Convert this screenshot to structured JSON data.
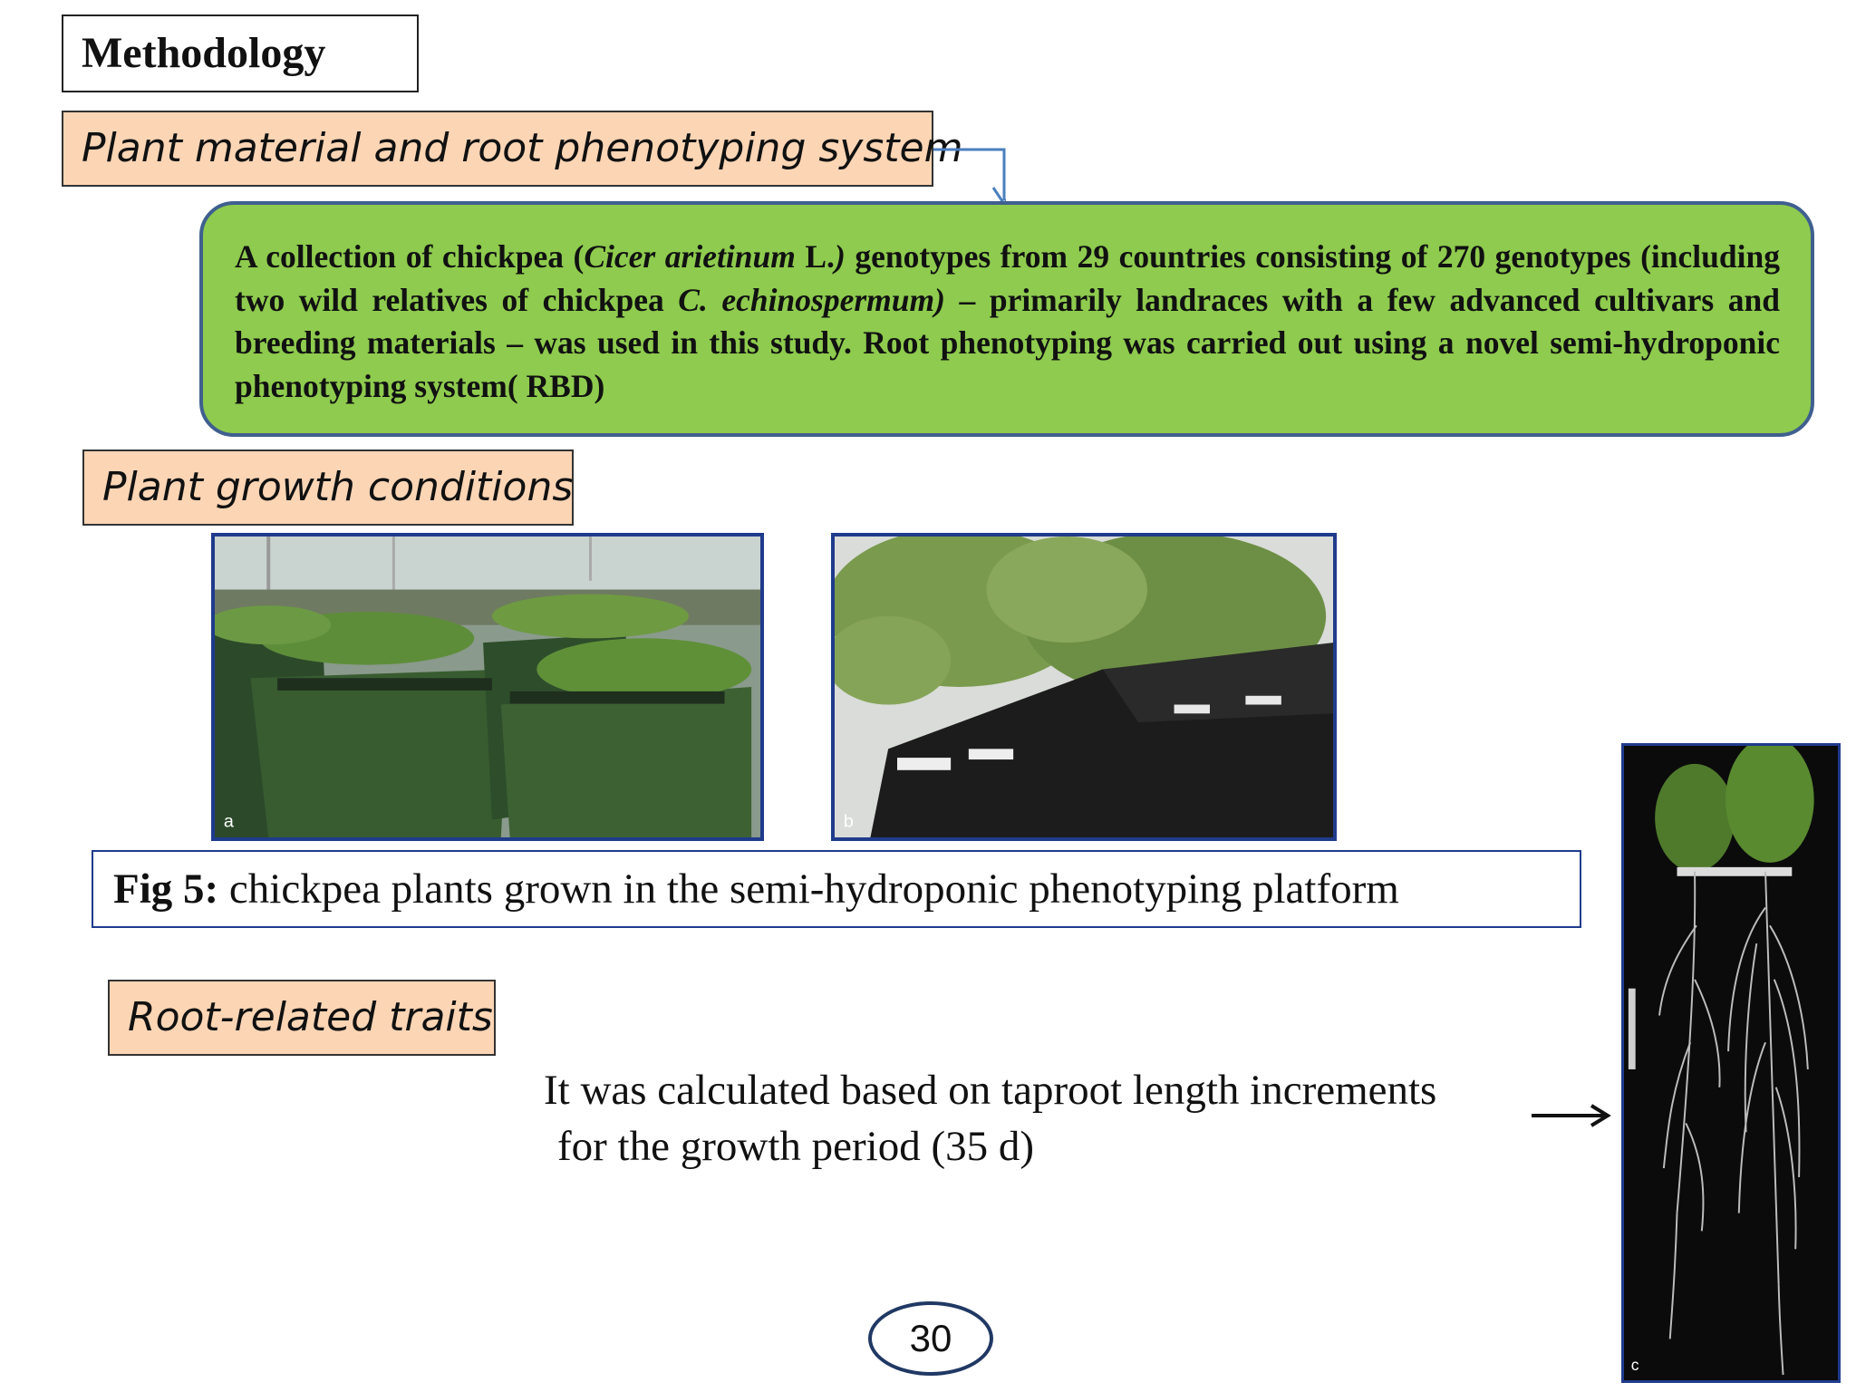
{
  "heading": "Methodology",
  "sections": {
    "plant_material": "Plant material and root phenotyping system",
    "growth_conditions": "Plant growth conditions",
    "root_traits": "Root-related traits"
  },
  "description": {
    "p1": "A collection of chickpea (",
    "species": "Cicer arietinum",
    "p2": " L.",
    "p3": ")",
    "p4": " genotypes from 29 countries consisting of 270 genotypes (including two wild relatives of chickpea ",
    "wild": "C. echinospermum)",
    "p5": " – primarily landraces with a few advanced cultivars and breeding materials – was used in this study. Root phenotyping was carried out using a novel semi-hydroponic phenotyping system( RBD)"
  },
  "figure": {
    "caption_label": "Fig 5:",
    "caption_text": " chickpea plants grown in the semi-hydroponic phenotyping platform",
    "panel_a": "a",
    "panel_b": "b",
    "panel_c": "c"
  },
  "root_note": {
    "line1": "It was calculated based on taproot length increments",
    "line2": "for the growth period (35 d)"
  },
  "page_number": "30",
  "colors": {
    "section_fill": "#fcd5b5",
    "green_box": "#8ecb4e",
    "green_border": "#3f5f8f",
    "photo_border": "#1f3b8c"
  }
}
